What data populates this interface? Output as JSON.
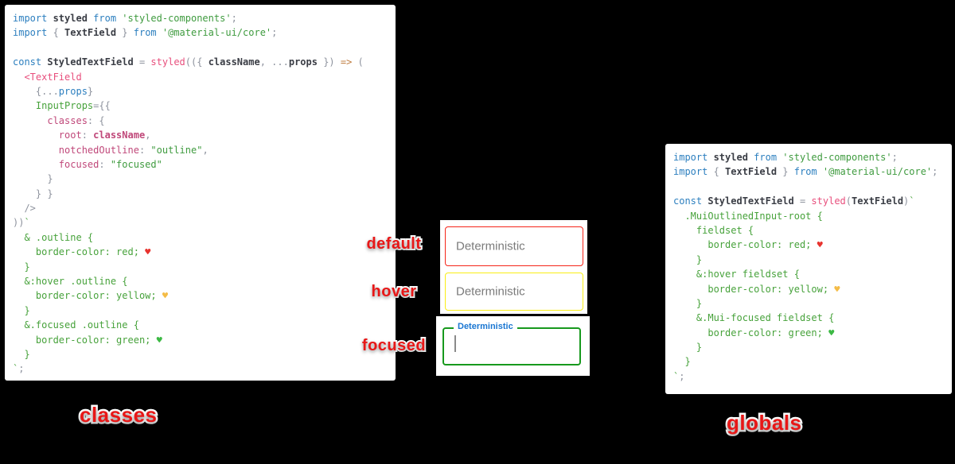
{
  "palette": {
    "k": {
      "color": "#2c7fbf"
    },
    "i": {
      "color": "#3a3d45",
      "bold": true
    },
    "p": {
      "color": "#8e939e"
    },
    "s": {
      "color": "#3f9b3f"
    },
    "g": {
      "color": "#47a23b"
    },
    "m": {
      "color": "#c0487a"
    },
    "mb": {
      "color": "#c0487a",
      "bold": true
    },
    "r": {
      "color": "#e84f7d"
    },
    "o": {
      "color": "#bf7c3f"
    },
    "b": {
      "color": "#2c7fbf"
    },
    "hr": {
      "color": "#e8332e"
    },
    "hy": {
      "color": "#f4bc47"
    },
    "hg": {
      "color": "#3cb944"
    }
  },
  "code_left": {
    "lines": [
      [
        [
          "k",
          "import "
        ],
        [
          "i",
          "styled "
        ],
        [
          "k",
          "from "
        ],
        [
          "s",
          "'styled-components'"
        ],
        [
          "p",
          ";"
        ]
      ],
      [
        [
          "k",
          "import "
        ],
        [
          "p",
          "{ "
        ],
        [
          "i",
          "TextField"
        ],
        [
          "p",
          " } "
        ],
        [
          "k",
          "from "
        ],
        [
          "s",
          "'@material-ui/core'"
        ],
        [
          "p",
          ";"
        ]
      ],
      [],
      [
        [
          "k",
          "const "
        ],
        [
          "i",
          "StyledTextField"
        ],
        [
          "p",
          " = "
        ],
        [
          "r",
          "styled"
        ],
        [
          "p",
          "(({ "
        ],
        [
          "i",
          "className"
        ],
        [
          "p",
          ", ..."
        ],
        [
          "i",
          "props"
        ],
        [
          "p",
          " }) "
        ],
        [
          "o",
          "=>"
        ],
        [
          "p",
          " ("
        ]
      ],
      [
        [
          "r",
          "  <TextField"
        ]
      ],
      [
        [
          "p",
          "    {..."
        ],
        [
          "b",
          "props"
        ],
        [
          "p",
          "}"
        ]
      ],
      [
        [
          "g",
          "    InputProps"
        ],
        [
          "p",
          "={{"
        ]
      ],
      [
        [
          "m",
          "      classes"
        ],
        [
          "p",
          ": {"
        ]
      ],
      [
        [
          "m",
          "        root"
        ],
        [
          "p",
          ": "
        ],
        [
          "mb",
          "className"
        ],
        [
          "p",
          ","
        ]
      ],
      [
        [
          "m",
          "        notchedOutline"
        ],
        [
          "p",
          ": "
        ],
        [
          "s",
          "\"outline\""
        ],
        [
          "p",
          ","
        ]
      ],
      [
        [
          "m",
          "        focused"
        ],
        [
          "p",
          ": "
        ],
        [
          "s",
          "\"focused\""
        ]
      ],
      [
        [
          "p",
          "      }"
        ]
      ],
      [
        [
          "p",
          "    } }"
        ]
      ],
      [
        [
          "p",
          "  />"
        ]
      ],
      [
        [
          "p",
          "))"
        ],
        [
          "g",
          "`"
        ]
      ],
      [
        [
          "g",
          "  & .outline {"
        ]
      ],
      [
        [
          "g",
          "    border-color: red; "
        ],
        [
          "hr",
          "♥"
        ]
      ],
      [
        [
          "g",
          "  }"
        ]
      ],
      [
        [
          "g",
          "  &:hover .outline {"
        ]
      ],
      [
        [
          "g",
          "    border-color: yellow; "
        ],
        [
          "hy",
          "♥"
        ]
      ],
      [
        [
          "g",
          "  }"
        ]
      ],
      [
        [
          "g",
          "  &.focused .outline {"
        ]
      ],
      [
        [
          "g",
          "    border-color: green; "
        ],
        [
          "hg",
          "♥"
        ]
      ],
      [
        [
          "g",
          "  }"
        ]
      ],
      [
        [
          "g",
          "`"
        ],
        [
          "p",
          ";"
        ]
      ]
    ]
  },
  "code_right": {
    "lines": [
      [
        [
          "k",
          "import "
        ],
        [
          "i",
          "styled "
        ],
        [
          "k",
          "from "
        ],
        [
          "s",
          "'styled-components'"
        ],
        [
          "p",
          ";"
        ]
      ],
      [
        [
          "k",
          "import "
        ],
        [
          "p",
          "{ "
        ],
        [
          "i",
          "TextField"
        ],
        [
          "p",
          " } "
        ],
        [
          "k",
          "from "
        ],
        [
          "s",
          "'@material-ui/core'"
        ],
        [
          "p",
          ";"
        ]
      ],
      [],
      [
        [
          "k",
          "const "
        ],
        [
          "i",
          "StyledTextField"
        ],
        [
          "p",
          " = "
        ],
        [
          "r",
          "styled"
        ],
        [
          "p",
          "("
        ],
        [
          "i",
          "TextField"
        ],
        [
          "p",
          ")"
        ],
        [
          "g",
          "`"
        ]
      ],
      [
        [
          "g",
          "  .MuiOutlinedInput-root {"
        ]
      ],
      [
        [
          "g",
          "    fieldset {"
        ]
      ],
      [
        [
          "g",
          "      border-color: red; "
        ],
        [
          "hr",
          "♥"
        ]
      ],
      [
        [
          "g",
          "    }"
        ]
      ],
      [
        [
          "g",
          "    &:hover fieldset {"
        ]
      ],
      [
        [
          "g",
          "      border-color: yellow; "
        ],
        [
          "hy",
          "♥"
        ]
      ],
      [
        [
          "g",
          "    }"
        ]
      ],
      [
        [
          "g",
          "    &.Mui-focused fieldset {"
        ]
      ],
      [
        [
          "g",
          "      border-color: green; "
        ],
        [
          "hg",
          "♥"
        ]
      ],
      [
        [
          "g",
          "    }"
        ]
      ],
      [
        [
          "g",
          "  }"
        ]
      ],
      [
        [
          "g",
          "`"
        ],
        [
          "p",
          ";"
        ]
      ]
    ]
  },
  "annotations": {
    "default_label": "default",
    "hover_label": "hover",
    "focused_label": "focused"
  },
  "titles": {
    "left": "classes",
    "right": "globals"
  },
  "textfields": {
    "default": {
      "label": "Deterministic",
      "border_color": "#f52519"
    },
    "hover": {
      "label": "Deterministic",
      "border_color": "#f9ee15"
    },
    "focused": {
      "label": "Deterministic",
      "border_color": "#17991d",
      "label_color": "#1976d2"
    }
  },
  "accent_colors": {
    "annotation_red": "#e81717",
    "placeholder_gray": "#7b7b7b",
    "mui_label_blue": "#1976d2"
  }
}
